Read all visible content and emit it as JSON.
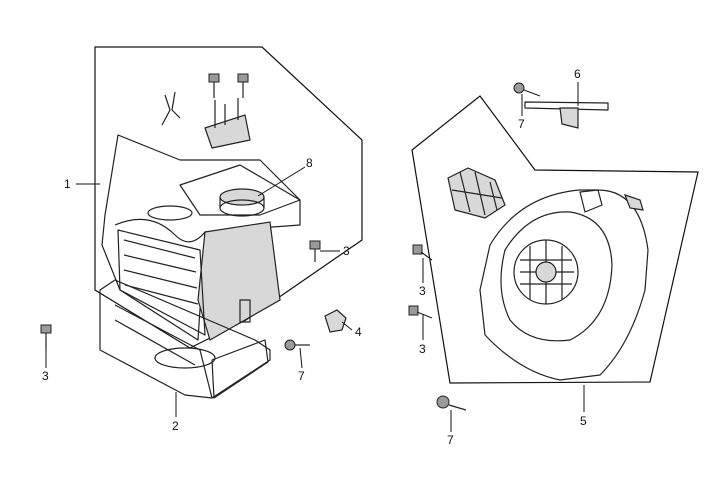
{
  "callouts": [
    {
      "id": "c1",
      "text": "1"
    },
    {
      "id": "c2",
      "text": "2"
    },
    {
      "id": "c3a",
      "text": "3"
    },
    {
      "id": "c3b",
      "text": "3"
    },
    {
      "id": "c3c",
      "text": "3"
    },
    {
      "id": "c3d",
      "text": "3"
    },
    {
      "id": "c4",
      "text": "4"
    },
    {
      "id": "c5",
      "text": "5"
    },
    {
      "id": "c6",
      "text": "6"
    },
    {
      "id": "c7a",
      "text": "7"
    },
    {
      "id": "c7b",
      "text": "7"
    },
    {
      "id": "c7c",
      "text": "7"
    },
    {
      "id": "c8",
      "text": "8"
    }
  ]
}
